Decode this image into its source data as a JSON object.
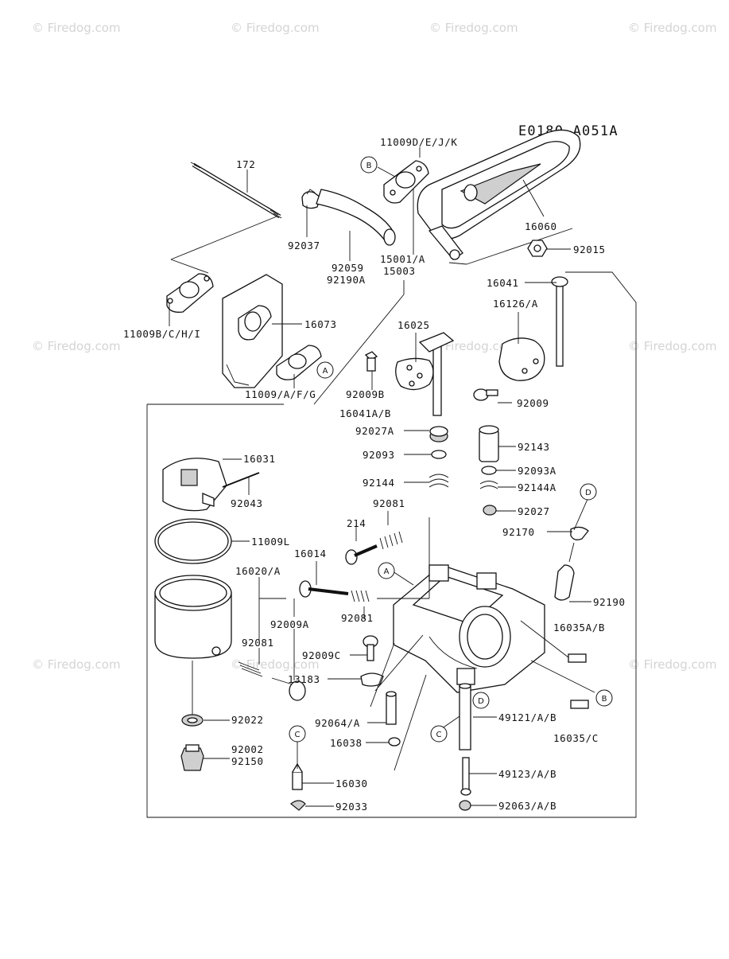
{
  "diagram_code": "E0180-A051A",
  "watermark": "© Firedog.com",
  "parts": {
    "p172": "172",
    "p11009def": "11009D/E/J/K",
    "p92037": "92037",
    "p92059": "92059",
    "p92190A": "92190A",
    "p15001": "15001/A",
    "p15003": "15003",
    "p16060": "16060",
    "p92015": "92015",
    "p11009bchi": "11009B/C/H/I",
    "p16073": "16073",
    "p11009afg": "11009/A/F/G",
    "p16041": "16041",
    "p16126": "16126/A",
    "p16025": "16025",
    "p92009B": "92009B",
    "p16041ab": "16041A/B",
    "p92009": "92009",
    "p92027A": "92027A",
    "p92143": "92143",
    "p92093": "92093",
    "p92093A": "92093A",
    "p92144": "92144",
    "p92144A": "92144A",
    "p16031": "16031",
    "p92043": "92043",
    "p92081a": "92081",
    "p92027": "92027",
    "p214": "214",
    "p92170": "92170",
    "p11009L": "11009L",
    "p16014": "16014",
    "p16020A": "16020/A",
    "p92009A": "92009A",
    "p92081b": "92081",
    "p92190": "92190",
    "p16035AB": "16035A/B",
    "p92081c": "92081",
    "p92009C": "92009C",
    "p13183": "13183",
    "p92022": "92022",
    "p92064": "92064/A",
    "p49121": "49121/A/B",
    "p16035C": "16035/C",
    "p16038": "16038",
    "p92002": "92002",
    "p92150": "92150",
    "p16030": "16030",
    "p49123": "49123/A/B",
    "p92033": "92033",
    "p92063": "92063/A/B"
  },
  "callouts": {
    "A": "A",
    "B": "B",
    "C": "C",
    "D": "D"
  }
}
